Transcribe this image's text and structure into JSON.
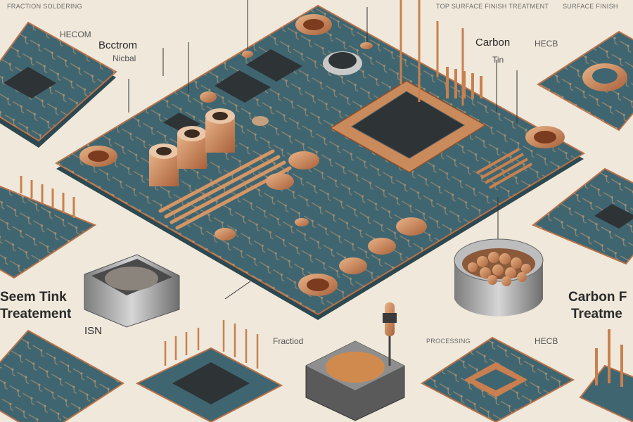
{
  "labels": {
    "top_left_1": "Bcctrom",
    "top_left_2": "Nicbal",
    "far_left": "HECOM",
    "carbon": "Carbon",
    "tin": "Tin",
    "right_top": "HECB",
    "left_mid_1": "Seem Tink",
    "left_mid_2": "Treatement",
    "isn": "ISN",
    "right_mid_1": "Carbon F",
    "right_mid_2": "Treatme",
    "bottom_left": "Fractiod",
    "bottom_right": "HECB",
    "top_caption_left": "FRACTION SOLDERING",
    "top_caption_mid": "TOP SURFACE FINISH TREATMENT",
    "top_caption_right": "SURFACE FINISH",
    "bottom_caption": "PROCESSING"
  },
  "colors": {
    "background": "#efe8db",
    "board": "#3f6670",
    "board_edge": "#2c4850",
    "copper": "#c77a4a",
    "copper_light": "#e4a978",
    "chip": "#2e3336",
    "steel": "#9c9c9c"
  }
}
